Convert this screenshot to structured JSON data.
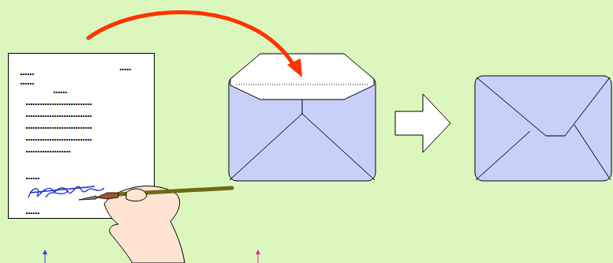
{
  "diagram": {
    "nodes": [
      {
        "text": [
          ".....",
          "......",
          "......",
          "......",
          "............................",
          "............................",
          "............................",
          "............................",
          "...................",
          "......",
          "......"
        ]
      }
    ]
  }
}
